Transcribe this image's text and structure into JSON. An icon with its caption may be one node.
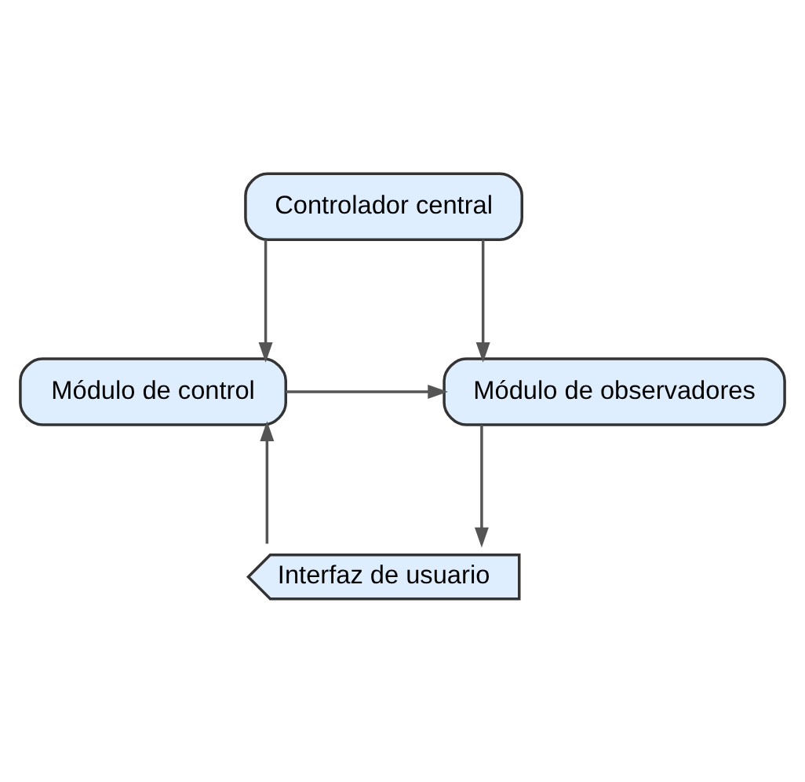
{
  "diagram": {
    "nodes": [
      {
        "text": [
          "Controlador central"
        ]
      },
      {
        "text": [
          "Módulo de control"
        ]
      },
      {
        "text": [
          "Módulo de observadores"
        ]
      },
      {
        "text": [
          "Interfaz de usuario"
        ]
      }
    ],
    "edges": [
      {
        "from": 0,
        "to": 1,
        "arrow": "to"
      },
      {
        "from": 0,
        "to": 2,
        "arrow": "to"
      },
      {
        "from": 1,
        "to": 2,
        "arrow": "to"
      },
      {
        "from": 2,
        "to": 3,
        "arrow": "to"
      },
      {
        "from": 3,
        "to": 1,
        "arrow": "to"
      }
    ]
  }
}
